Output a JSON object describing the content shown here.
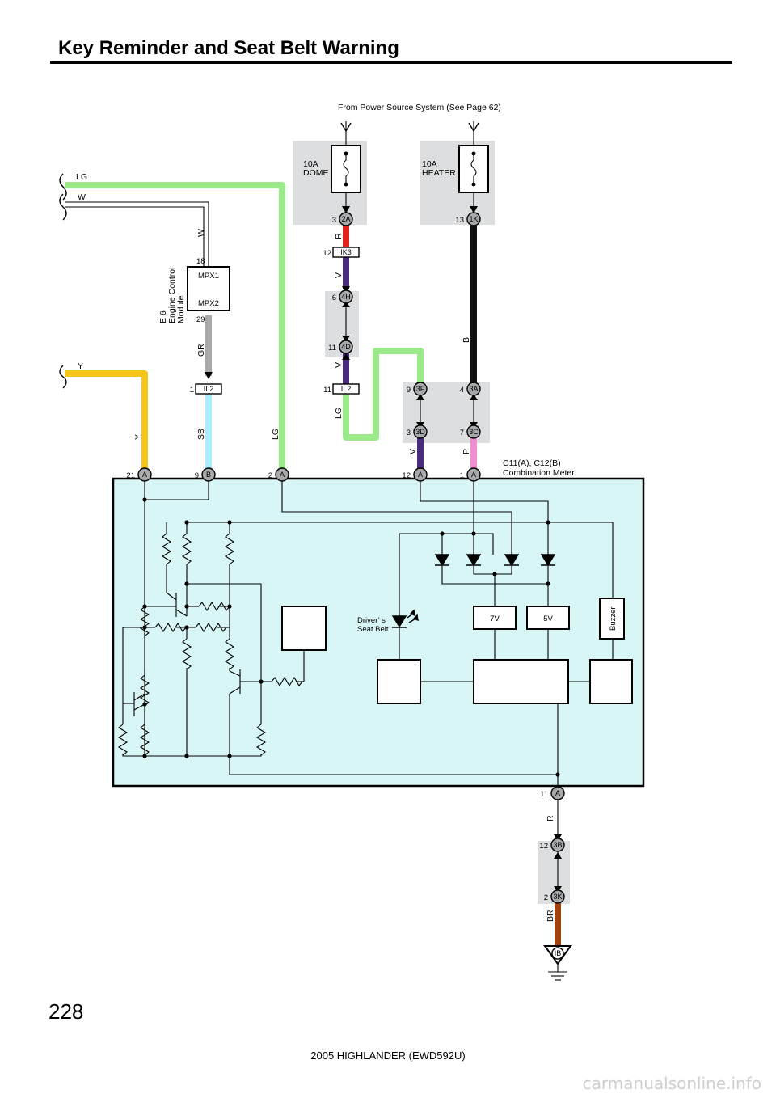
{
  "page": {
    "title": "Key Reminder and Seat Belt Warning",
    "page_number": "228",
    "footer": "2005 HIGHLANDER (EWD592U)",
    "watermark": "carmanualsonline.info"
  },
  "power_source": {
    "label": "From Power Source System (See Page 62)",
    "fuses": [
      {
        "line1": "10A",
        "line2": "DOME"
      },
      {
        "line1": "10A",
        "line2": "HEATER"
      }
    ]
  },
  "wires": {
    "lg": "LG",
    "w": "W",
    "y": "Y",
    "gr": "GR",
    "sb": "SB",
    "r": "R",
    "v": "V",
    "b": "B",
    "p": "P",
    "br": "BR"
  },
  "ecm": {
    "ref": "E 6",
    "name_line1": "Engine Control",
    "name_line2": "Module",
    "pin_top": "18",
    "pin_bottom": "29",
    "port1": "MPX1",
    "port2": "MPX2"
  },
  "connectors": {
    "c2a": {
      "pin": "3",
      "id": "2A"
    },
    "ik3": {
      "pin": "12",
      "id": "IK3"
    },
    "c4h": {
      "pin": "6",
      "id": "4H"
    },
    "c4d": {
      "pin": "11",
      "id": "4D"
    },
    "il2a": {
      "pin": "11",
      "id": "IL2"
    },
    "c1k": {
      "pin": "13",
      "id": "1K"
    },
    "il2b": {
      "pin": "1",
      "id": "IL2"
    },
    "c3f": {
      "pin": "9",
      "id": "3F"
    },
    "c3d": {
      "pin": "3",
      "id": "3D"
    },
    "c3a": {
      "pin": "4",
      "id": "3A"
    },
    "c3c": {
      "pin": "7",
      "id": "3C"
    },
    "m21": {
      "pin": "21",
      "id": "A"
    },
    "m9": {
      "pin": "9",
      "id": "B"
    },
    "m2": {
      "pin": "2",
      "id": "A"
    },
    "m12": {
      "pin": "12",
      "id": "A"
    },
    "m1": {
      "pin": "1",
      "id": "A"
    },
    "m11": {
      "pin": "11",
      "id": "A"
    },
    "c3b": {
      "pin": "12",
      "id": "3B"
    },
    "c3k": {
      "pin": "2",
      "id": "3K"
    }
  },
  "meter": {
    "line1": "C11(A), C12(B)",
    "line2": "Combination Meter",
    "driver_line1": "Driver’ s",
    "driver_line2": "Seat Belt",
    "reg7": "7V",
    "reg5": "5V",
    "buzzer": "Buzzer"
  },
  "ground": {
    "id": "IB"
  },
  "colors": {
    "lg": "#9bea8a",
    "y": "#f5c518",
    "gr": "#a7a9ab",
    "sb": "#a9efff",
    "r": "#e0231d",
    "v": "#4a2a7a",
    "b": "#111111",
    "p": "#f08fd0",
    "br": "#a3410f",
    "shade": "#dcdedf",
    "meter_bg": "#d9f6f6"
  }
}
